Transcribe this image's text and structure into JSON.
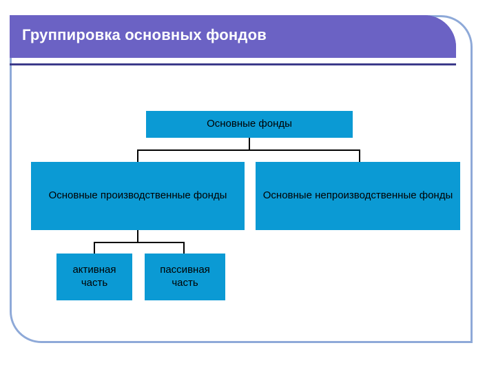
{
  "slide": {
    "title": "Группировка основных фондов",
    "title_color": "#ffffff",
    "banner_color": "#6b62c4",
    "frame_color": "#8ea9d8",
    "underline_color": "#3c3a8a"
  },
  "diagram": {
    "type": "tree",
    "node_fill": "#0b9ad4",
    "node_text_color": "#000000",
    "connector_color": "#000000",
    "nodes": [
      {
        "id": "root",
        "label": "Основные фонды",
        "level": 0
      },
      {
        "id": "prod",
        "label": "Основные производственные фонды",
        "level": 1
      },
      {
        "id": "nonprod",
        "label": "Основные непроизводственные фонды",
        "level": 1
      },
      {
        "id": "active",
        "label": "активная часть",
        "level": 2
      },
      {
        "id": "passive",
        "label": "пассивная часть",
        "level": 2
      }
    ],
    "edges": [
      {
        "from": "root",
        "to": "prod"
      },
      {
        "from": "root",
        "to": "nonprod"
      },
      {
        "from": "prod",
        "to": "active"
      },
      {
        "from": "prod",
        "to": "passive"
      }
    ]
  }
}
